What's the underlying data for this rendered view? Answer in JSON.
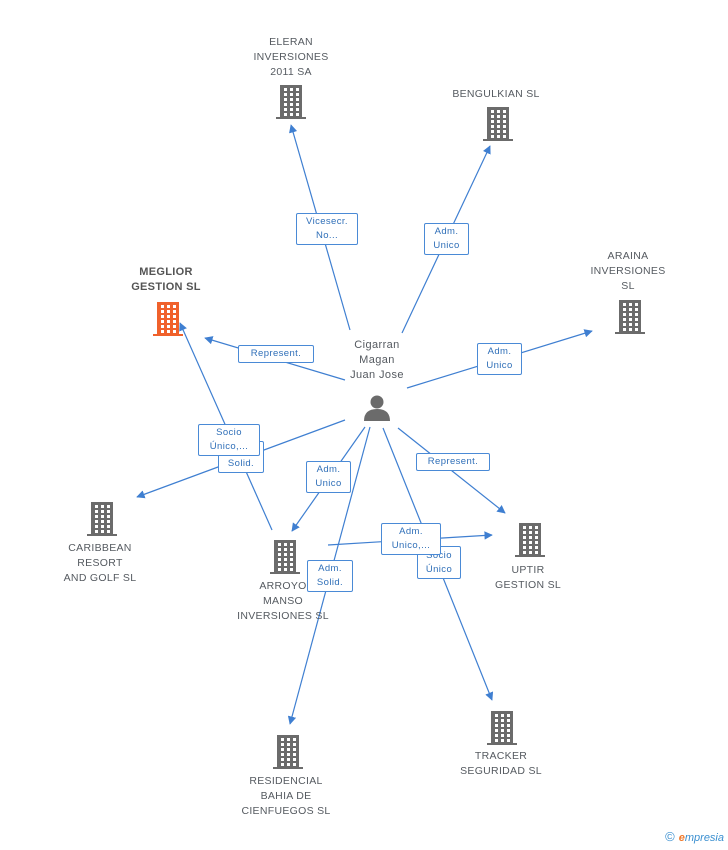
{
  "center": {
    "name": "Cigarran\nMagan\nJuan Jose",
    "icon": "person-icon"
  },
  "companies": [
    {
      "id": "eleran",
      "name": "ELERAN\nINVERSIONES\n2011 SA",
      "highlight": false
    },
    {
      "id": "bengulkian",
      "name": "BENGULKIAN SL",
      "highlight": false
    },
    {
      "id": "meglior",
      "name": "MEGLIOR\nGESTION SL",
      "highlight": true
    },
    {
      "id": "araina",
      "name": "ARAINA\nINVERSIONES\nSL",
      "highlight": false
    },
    {
      "id": "caribbean",
      "name": "CARIBBEAN\nRESORT\nAND GOLF SL",
      "highlight": false
    },
    {
      "id": "arroyo",
      "name": "ARROYO\nMANSO\nINVERSIONES SL",
      "highlight": false
    },
    {
      "id": "uptir",
      "name": "UPTIR\nGESTION SL",
      "highlight": false
    },
    {
      "id": "residencial",
      "name": "RESIDENCIAL\nBAHIA DE\nCIENFUEGOS SL",
      "highlight": false
    },
    {
      "id": "tracker",
      "name": "TRACKER\nSEGURIDAD SL",
      "highlight": false
    }
  ],
  "relations": [
    {
      "id": "r-eleran",
      "label": "Vicesecr.\nNo..."
    },
    {
      "id": "r-bengulkian",
      "label": "Adm.\nUnico"
    },
    {
      "id": "r-meglior",
      "label": "Represent."
    },
    {
      "id": "r-araina",
      "label": "Adm.\nUnico"
    },
    {
      "id": "r-socio",
      "label": "Socio\nÚnico,..."
    },
    {
      "id": "r-solid",
      "label": "Solid."
    },
    {
      "id": "r-arroyo",
      "label": "Adm.\nUnico"
    },
    {
      "id": "r-uptir-rep",
      "label": "Represent."
    },
    {
      "id": "r-uptir-adm",
      "label": "Adm.\nUnico,..."
    },
    {
      "id": "r-tracker",
      "label": "Socio\nÚnico"
    },
    {
      "id": "r-residencial",
      "label": "Adm.\nSolid."
    }
  ],
  "colors": {
    "edge": "#3f7fd1",
    "building": "#6b6b6b",
    "building_highlight": "#f0612b",
    "person": "#6b6b6b"
  },
  "footer": {
    "copyright": "©",
    "brand_e": "e",
    "brand_rest": "mpresia"
  }
}
